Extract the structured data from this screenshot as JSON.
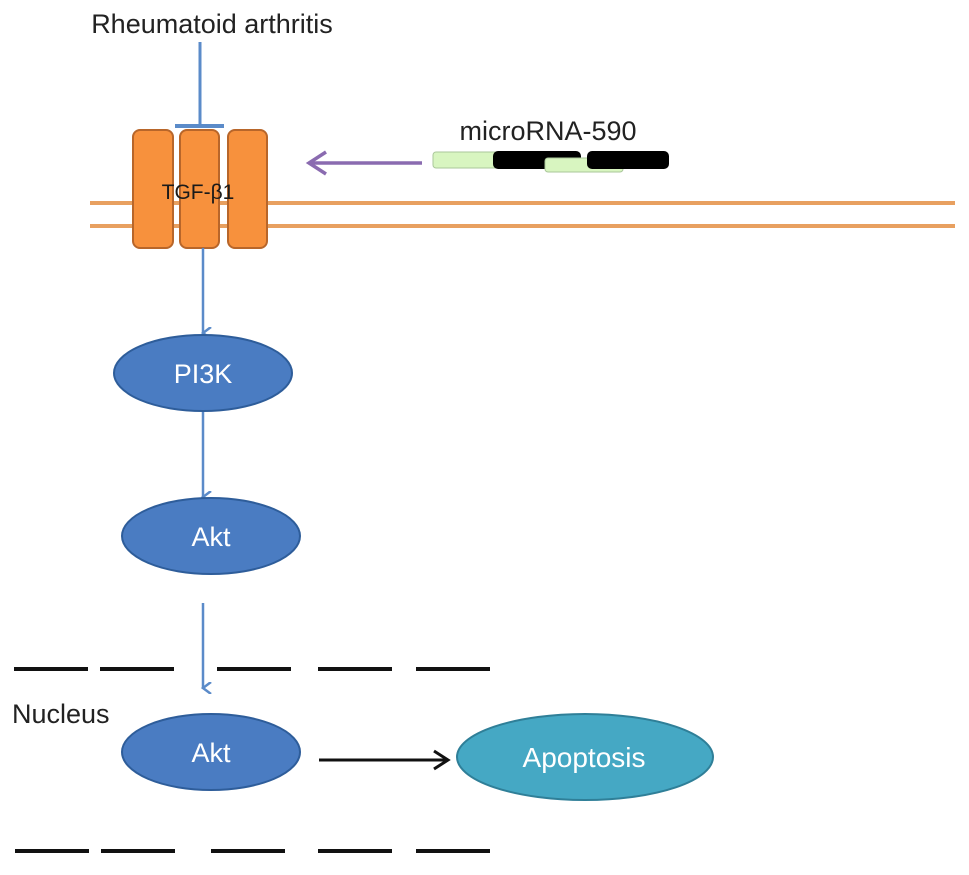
{
  "diagram": {
    "title_label": "Rheumatoid arthritis",
    "receptor_label": "TGF-β1",
    "mirna_label": "microRNA-590",
    "nodes": {
      "pi3k": "PI3K",
      "akt_cytoplasm": "Akt",
      "akt_nucleus": "Akt",
      "apoptosis": "Apoptosis"
    },
    "nucleus_label": "Nucleus",
    "colors": {
      "receptor_fill": "#f7913d",
      "receptor_stroke": "#b8662a",
      "membrane": "#e8a060",
      "node_fill": "#4a7cc2",
      "node_stroke": "#2e5d9a",
      "apoptosis_fill": "#45a8c4",
      "apoptosis_stroke": "#2f7f98",
      "arrow_blue": "#5b8bc9",
      "arrow_purple": "#8a6bb0",
      "mirna_light": "#d8f5c0",
      "mirna_dark": "#000000",
      "nuclear_membrane": "#111111"
    },
    "edges": [
      {
        "from": "Rheumatoid arthritis",
        "to": "TGF-β1",
        "type": "inhibition"
      },
      {
        "from": "microRNA-590",
        "to": "TGF-β1",
        "type": "activation"
      },
      {
        "from": "TGF-β1",
        "to": "PI3K",
        "type": "activation"
      },
      {
        "from": "PI3K",
        "to": "Akt",
        "type": "activation"
      },
      {
        "from": "Akt",
        "to": "Akt (nucleus)",
        "type": "translocation"
      },
      {
        "from": "Akt (nucleus)",
        "to": "Apoptosis",
        "type": "activation"
      }
    ]
  }
}
